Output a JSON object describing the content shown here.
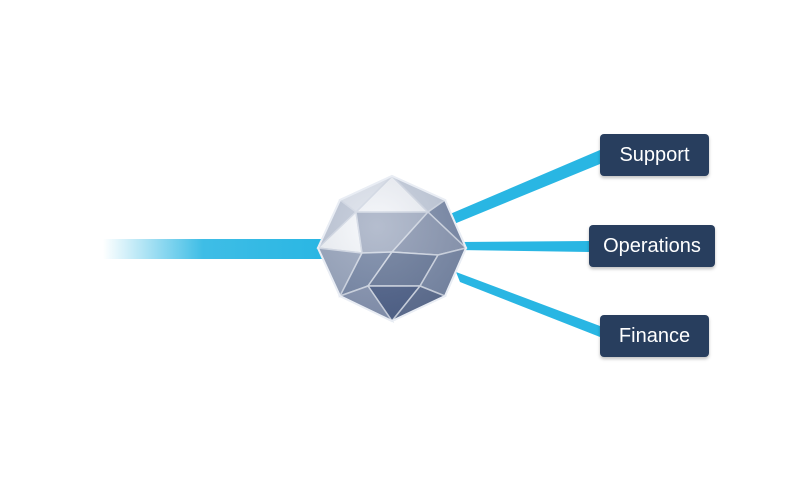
{
  "diagram": {
    "destinations": [
      {
        "label": "Support"
      },
      {
        "label": "Operations"
      },
      {
        "label": "Finance"
      }
    ],
    "colors": {
      "flow": "#29b6e3",
      "box": "#283e5e",
      "box_text": "#ffffff",
      "gem_light": "#f2f4f8",
      "gem_mid": "#a9b4c8",
      "gem_dark": "#5a6d8f"
    },
    "icons": {
      "hub": "polyhedron-gem-icon"
    }
  }
}
